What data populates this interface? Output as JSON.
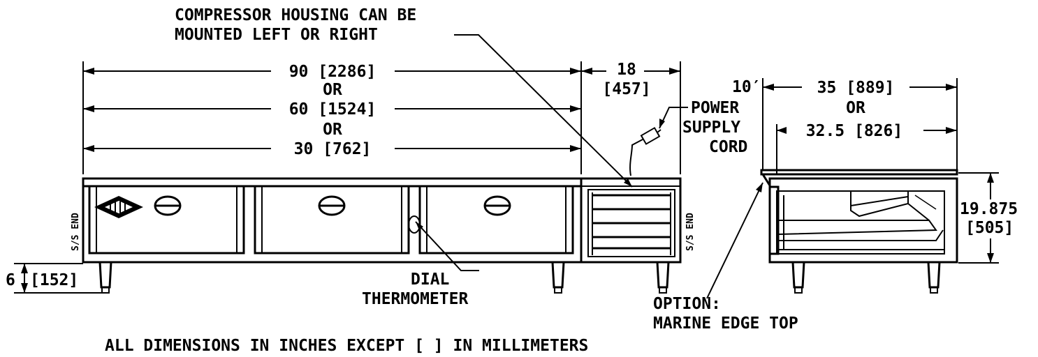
{
  "notes": {
    "compressor_line1": "COMPRESSOR HOUSING CAN BE",
    "compressor_line2": "MOUNTED LEFT OR RIGHT",
    "power_line1": "POWER",
    "power_line2": "SUPPLY",
    "power_line3": "CORD",
    "dial_line1": "DIAL",
    "dial_line2": "THERMOMETER",
    "option_line1": "OPTION:",
    "option_line2": "MARINE EDGE TOP",
    "footer": "ALL DIMENSIONS IN INCHES EXCEPT [ ] IN MILLIMETERS",
    "ss_end": "S/S END"
  },
  "dimensions": {
    "width_90": "90 [2286]",
    "or": "OR",
    "width_60": "60 [1524]",
    "width_30": "30 [762]",
    "housing_width": "18",
    "housing_width_mm": "[457]",
    "overhang": "10′",
    "depth_35": "35 [889]",
    "depth_32": "32.5 [826]",
    "height": "19.875",
    "height_mm": "[505]",
    "leg_height": "6",
    "leg_height_mm": "[152]"
  }
}
